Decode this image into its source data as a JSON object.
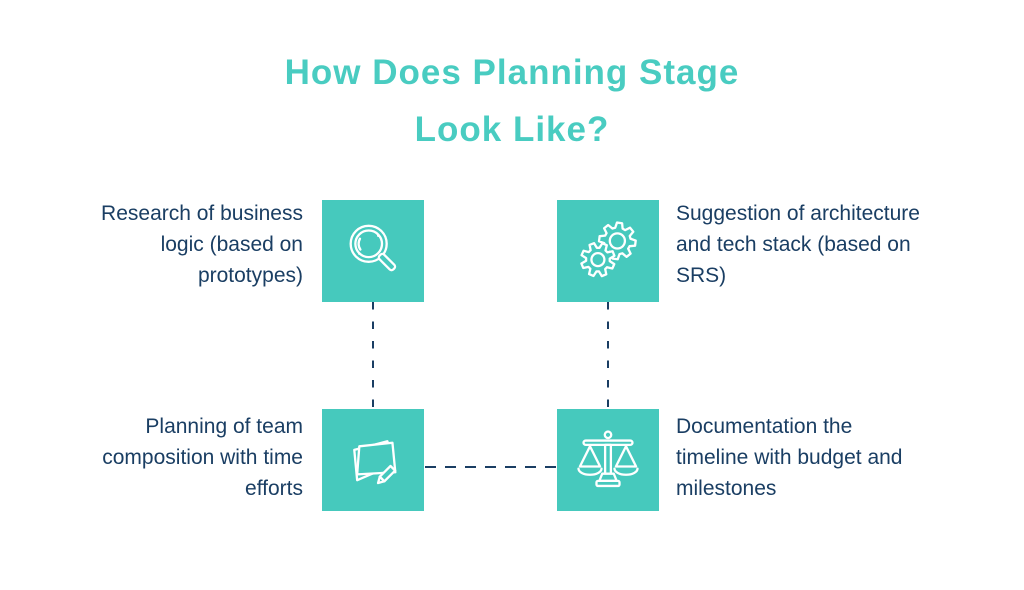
{
  "title": {
    "line1": "How Does Planning Stage",
    "line2": "Look Like?"
  },
  "steps": [
    {
      "id": "research",
      "icon": "magnifier-icon",
      "lines": [
        "Research of business",
        "logic (based on",
        "prototypes)"
      ]
    },
    {
      "id": "architecture",
      "icon": "gears-icon",
      "lines": [
        "Suggestion of architecture",
        "and tech stack (based on",
        "SRS)"
      ]
    },
    {
      "id": "team",
      "icon": "notes-icon",
      "lines": [
        "Planning of team",
        "composition with time",
        "efforts"
      ]
    },
    {
      "id": "docs",
      "icon": "scales-icon",
      "lines": [
        "Documentation the",
        "timeline with budget and",
        "milestones"
      ]
    }
  ],
  "colors": {
    "accent_teal": "#46C9BD",
    "title_teal": "#49CCC1",
    "text_navy": "#1A3E63",
    "icon_stroke": "#FFFFFF",
    "background": "#FFFFFF"
  }
}
